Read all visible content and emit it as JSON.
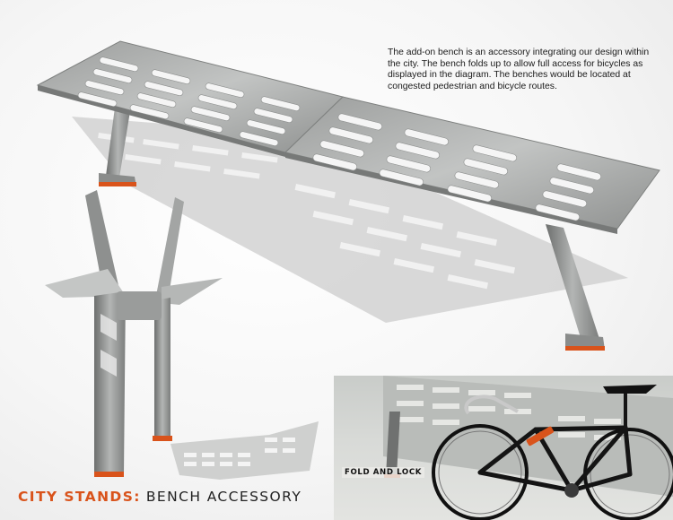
{
  "description": "The add-on bench is an accessory integrating our design within the city. The bench folds up to allow full access for bicycles as displayed in the diagram. The benches would be located at congested pedestrian and bicycle routes.",
  "inset_label": "FOLD AND LOCK",
  "title": {
    "highlight": "CITY STANDS:",
    "rest": "BENCH ACCESSORY"
  },
  "colors": {
    "accent": "#d9531b",
    "metal": "#a9abaa",
    "shadow": "#cfcfcf"
  }
}
